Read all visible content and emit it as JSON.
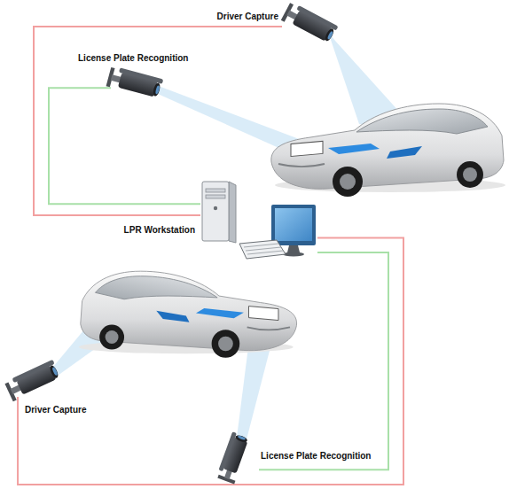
{
  "diagram": {
    "nodes": [
      {
        "text": [
          "Driver Capture"
        ]
      },
      {
        "text": [
          "License Plate Recognition"
        ]
      },
      {
        "text": [
          "LPR Workstation"
        ]
      },
      {
        "text": [
          "Driver Capture"
        ]
      },
      {
        "text": [
          "License Plate Recognition"
        ]
      }
    ],
    "edges": [
      {
        "from": 0,
        "to": 2,
        "arrow": "none"
      },
      {
        "from": 1,
        "to": 2,
        "arrow": "none"
      },
      {
        "from": 2,
        "to": 3,
        "arrow": "none"
      },
      {
        "from": 2,
        "to": 4,
        "arrow": "none"
      }
    ]
  }
}
